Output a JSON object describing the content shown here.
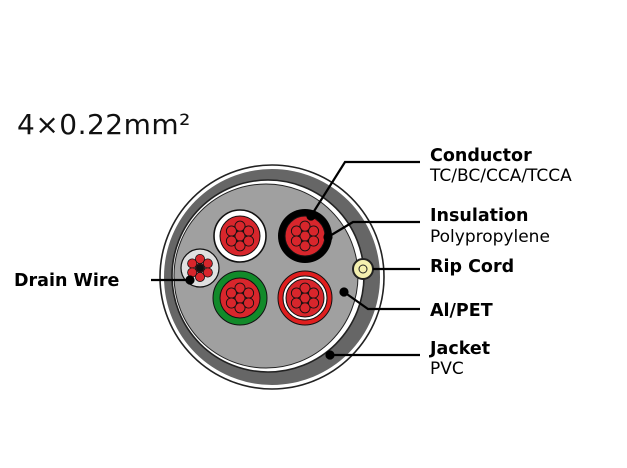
{
  "title": "4×0.22mm²",
  "labels": {
    "conductor": {
      "name": "Conductor",
      "detail": "TC/BC/CCA/TCCA"
    },
    "insulation": {
      "name": "Insulation",
      "detail": "Polypropylene"
    },
    "rip_cord": {
      "name": "Rip Cord"
    },
    "al_pet": {
      "name": "Al/PET"
    },
    "jacket": {
      "name": "Jacket",
      "detail": "PVC"
    },
    "drain_wire": {
      "name": "Drain Wire"
    }
  },
  "colors": {
    "jacket": "#666666",
    "shield_fill": "#a0a0a0",
    "copper_strand": "#d8262c",
    "insulation_white": "#ffffff",
    "insulation_black": "#000000",
    "insulation_green": "#128a2a",
    "insulation_red": "#e01e1e",
    "rip_cord": "#f4f0b0"
  }
}
